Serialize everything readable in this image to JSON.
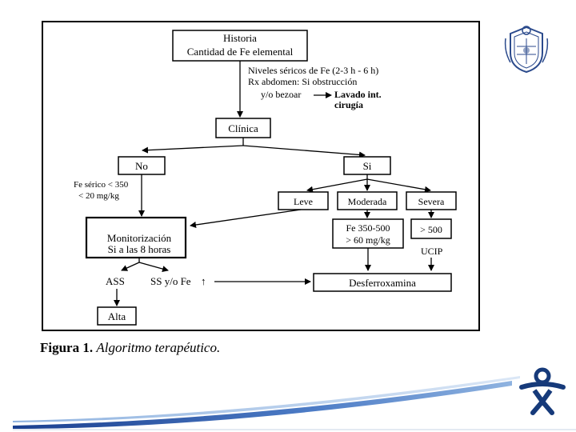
{
  "nodes": {
    "historia": [
      "Historia",
      "Cantidad de Fe elemental"
    ],
    "niveles": [
      "Niveles séricos de Fe (2-3 h - 6 h)",
      "Rx abdomen: Si obstrucción",
      "y/o bezoar"
    ],
    "lavado": [
      "Lavado int.",
      "cirugía"
    ],
    "clinica": "Clínica",
    "no": "No",
    "si": "Si",
    "fe_serico": [
      "Fe sérico < 350",
      "< 20 mg/kg"
    ],
    "leve": "Leve",
    "moderada": "Moderada",
    "severa": "Severa",
    "monitorizacion": [
      "Monitorización",
      "Si a las 8 horas"
    ],
    "fe_mod": [
      "Fe 350-500",
      "> 60 mg/kg"
    ],
    "fe_sev": "> 500",
    "ucip": "UCIP",
    "ass": "ASS",
    "ss": "SS y/o Fe",
    "ss_arrow": "↑",
    "desferroxamina": "Desferroxamina",
    "alta": "Alta"
  },
  "caption": {
    "label": "Figura 1.",
    "text": "Algoritmo terapéutico."
  },
  "colors": {
    "swoosh_dark": "#1a3f8f",
    "swoosh_light": "#8fb3e0",
    "seal": "#2b4a8c",
    "logo": "#163a7a"
  }
}
